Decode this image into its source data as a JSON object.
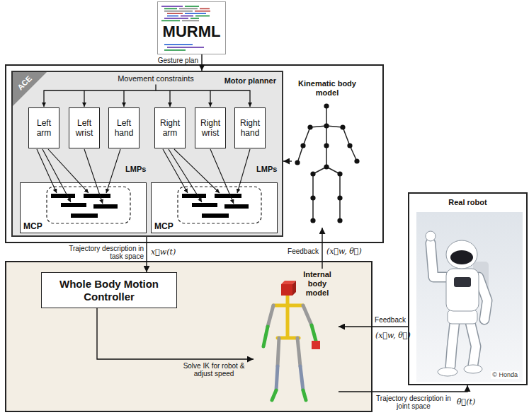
{
  "diagram": {
    "nodes": [
      {
        "text": [
          "MURML"
        ]
      },
      {
        "text": [
          "ACE",
          "Motor planner",
          "Movement constraints"
        ]
      },
      {
        "text": [
          "Left arm"
        ],
        "in": 1
      },
      {
        "text": [
          "Left wrist"
        ],
        "in": 1
      },
      {
        "text": [
          "Left hand"
        ],
        "in": 1
      },
      {
        "text": [
          "Right arm"
        ],
        "in": 1
      },
      {
        "text": [
          "Right wrist"
        ],
        "in": 1
      },
      {
        "text": [
          "Right hand"
        ],
        "in": 1
      },
      {
        "text": [
          "MCP"
        ],
        "in": 1
      },
      {
        "text": [
          "MCP"
        ],
        "in": 1
      },
      {
        "text": [
          "Kinematic body model"
        ]
      },
      {
        "text": [
          "Whole Body Motion Controller"
        ]
      },
      {
        "text": [
          "Internal body model"
        ]
      },
      {
        "text": [
          "Real robot",
          "© Honda"
        ]
      }
    ],
    "edges": [
      {
        "from": 0,
        "to": 1,
        "arrow": "to",
        "label": "Gesture plan"
      },
      {
        "from": 1,
        "to": 11,
        "arrow": "to",
        "label": "Trajectory description in task space"
      },
      {
        "from": 12,
        "to": 10,
        "arrow": "to",
        "label": "Feedback"
      },
      {
        "from": 10,
        "to": 1,
        "arrow": "to"
      },
      {
        "from": 11,
        "to": 12,
        "arrow": "to",
        "label": "Solve IK for robot & adjust speed"
      },
      {
        "from": 13,
        "to": 12,
        "arrow": "to",
        "label": "Feedback"
      },
      {
        "from": 12,
        "to": 13,
        "arrow": "to",
        "label": "Trajectory description in joint space"
      }
    ],
    "labels": [
      "LMPs",
      "LMPs",
      "x⃗w(t)",
      "(x⃗w, θ⃗)",
      "(x⃗w, θ⃗)",
      "θ⃗(t)"
    ]
  }
}
